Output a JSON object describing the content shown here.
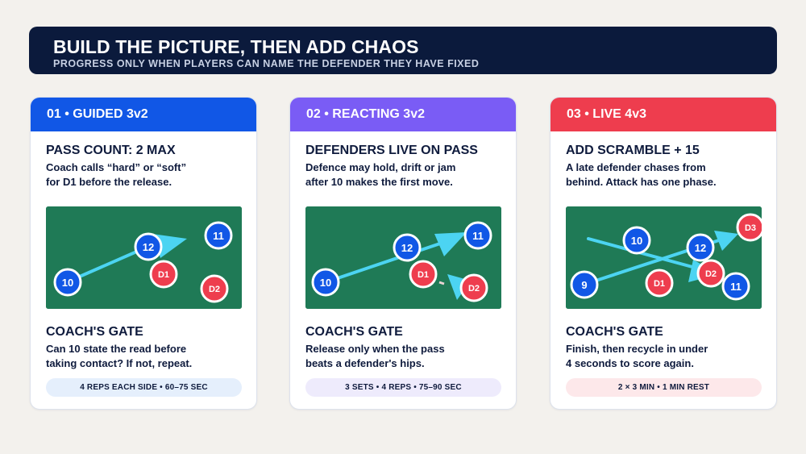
{
  "header": {
    "title": "BUILD THE PICTURE, THEN ADD CHAOS",
    "subtitle": "PROGRESS ONLY WHEN PLAYERS CAN NAME THE DEFENDER THEY HAVE FIXED"
  },
  "cards": [
    {
      "label": "01 • GUIDED 3v2",
      "accent": "#1157e6",
      "title": "PASS COUNT: 2 MAX",
      "text_lines": [
        "Coach calls “hard” or “soft”",
        "for D1 before the release."
      ],
      "gate_title": "COACH'S GATE",
      "gate_lines": [
        "Can 10 state the read before",
        "taking contact? If not, repeat."
      ],
      "footer": "4 REPS EACH SIDE • 60–75 SEC",
      "footer_bg": "#e5effc",
      "players": [
        {
          "label": "10",
          "team": "attack"
        },
        {
          "label": "12",
          "team": "attack"
        },
        {
          "label": "11",
          "team": "attack"
        },
        {
          "label": "D1",
          "team": "defence"
        },
        {
          "label": "D2",
          "team": "defence"
        }
      ]
    },
    {
      "label": "02 • REACTING 3v2",
      "accent": "#7a5cf5",
      "title": "DEFENDERS LIVE ON PASS",
      "text_lines": [
        "Defence may hold, drift or jam",
        "after 10 makes the first move."
      ],
      "gate_title": "COACH'S GATE",
      "gate_lines": [
        "Release only when the pass",
        "beats a defender's hips."
      ],
      "footer": "3 SETS • 4 REPS • 75–90 SEC",
      "footer_bg": "#eeebfc",
      "players": [
        {
          "label": "10",
          "team": "attack"
        },
        {
          "label": "12",
          "team": "attack"
        },
        {
          "label": "11",
          "team": "attack"
        },
        {
          "label": "D1",
          "team": "defence"
        },
        {
          "label": "D2",
          "team": "defence"
        }
      ]
    },
    {
      "label": "03 • LIVE 4v3",
      "accent": "#ee3d4e",
      "title": "ADD SCRAMBLE + 15",
      "text_lines": [
        "A late defender chases from",
        "behind. Attack has one phase."
      ],
      "gate_title": "COACH'S GATE",
      "gate_lines": [
        "Finish, then recycle in under",
        "4 seconds to score again."
      ],
      "footer": "2 × 3 MIN • 1 MIN REST",
      "footer_bg": "#fde8ea",
      "players": [
        {
          "label": "9",
          "team": "attack"
        },
        {
          "label": "10",
          "team": "attack"
        },
        {
          "label": "12",
          "team": "attack"
        },
        {
          "label": "11",
          "team": "attack"
        },
        {
          "label": "D1",
          "team": "defence"
        },
        {
          "label": "D2",
          "team": "defence"
        },
        {
          "label": "D3",
          "team": "defence"
        }
      ]
    }
  ],
  "colors": {
    "attack": "#1157e6",
    "defence": "#ee3d4e",
    "arrow": "#4cd4f2",
    "pitch": "#1f7a56",
    "banner": "#0b1a3c"
  }
}
